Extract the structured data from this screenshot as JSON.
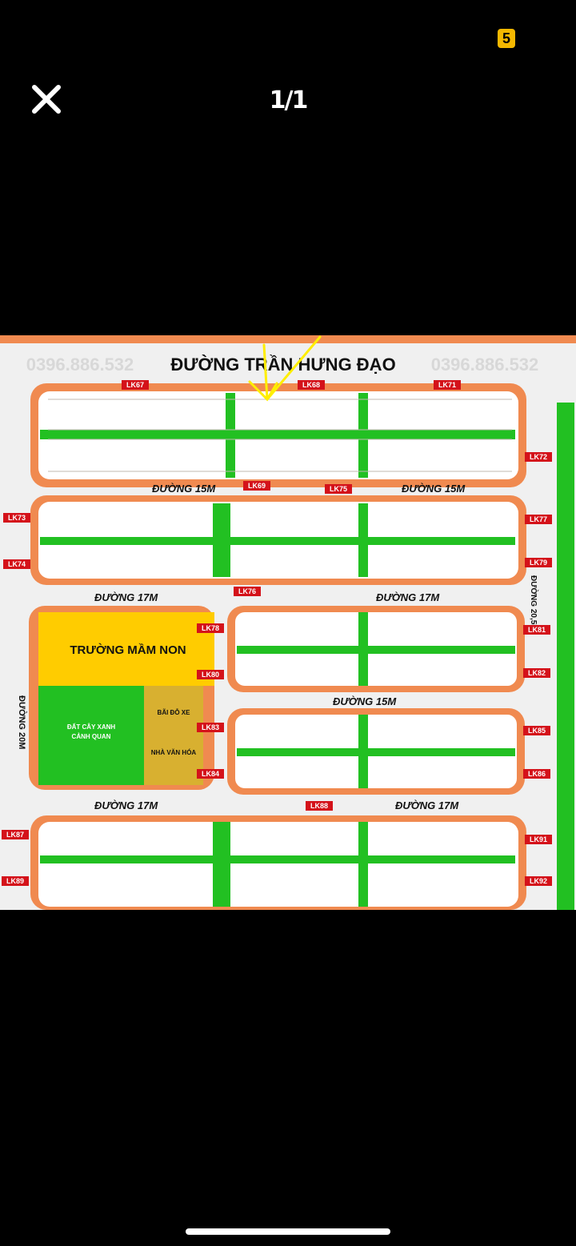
{
  "status_bar": {
    "notification_count": "5"
  },
  "viewer": {
    "counter": "1/1",
    "close_icon": "close-x-icon"
  },
  "map": {
    "title": "ĐƯỜNG TRẦN HƯNG ĐẠO",
    "watermark": "0396.886.532",
    "roads": {
      "d15m": "ĐƯỜNG 15M",
      "d17m": "ĐƯỜNG 17M",
      "d20m": "ĐƯỜNG 20M",
      "d205m": "ĐƯỜNG 20,5M"
    },
    "facilities": {
      "school": "TRƯỜNG MẦM NON",
      "green": "ĐẤT CÂY XANH",
      "green2": "CẢNH QUAN",
      "parking": "BÃI ĐỖ XE",
      "culture": "NHÀ VĂN HÓA"
    },
    "lots": [
      "LK67",
      "LK68",
      "LK69",
      "LK71",
      "LK72",
      "LK73",
      "LK74",
      "LK75",
      "LK76",
      "LK77",
      "LK78",
      "LK79",
      "LK80",
      "LK81",
      "LK82",
      "LK83",
      "LK84",
      "LK85",
      "LK86",
      "LK87",
      "LK88",
      "LK89",
      "LK91",
      "LK92"
    ],
    "colors": {
      "road": "#f0f0f0",
      "border": "#f08a50",
      "green": "#22c022",
      "lot_label": "#d4121a",
      "school": "#ffcc00",
      "arrow": "#ffee00"
    }
  }
}
